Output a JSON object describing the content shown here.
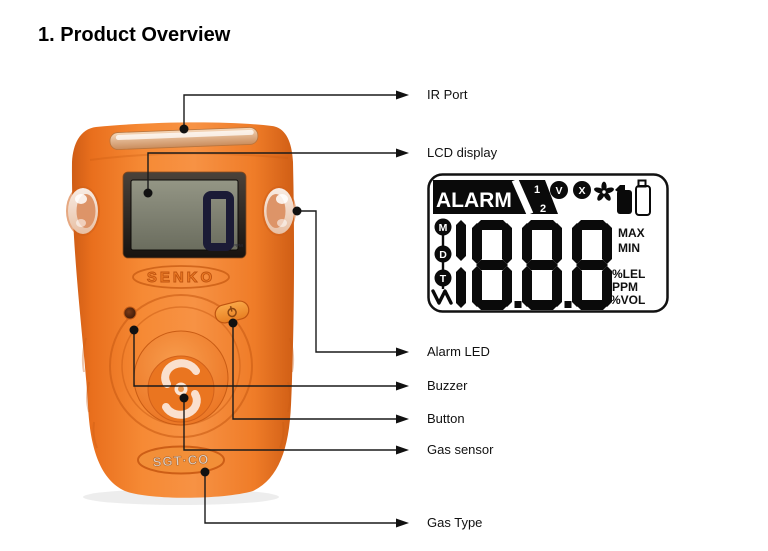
{
  "page": {
    "title": "1. Product Overview",
    "background": "#ffffff"
  },
  "callouts": [
    {
      "id": "ir-port",
      "label": "IR Port"
    },
    {
      "id": "lcd-display",
      "label": "LCD display"
    },
    {
      "id": "alarm-led",
      "label": "Alarm LED"
    },
    {
      "id": "buzzer",
      "label": "Buzzer"
    },
    {
      "id": "button",
      "label": "Button"
    },
    {
      "id": "gas-sensor",
      "label": "Gas sensor"
    },
    {
      "id": "gas-type",
      "label": "Gas Type"
    }
  ],
  "device": {
    "brand": "SENKO",
    "gas_type_label": "SGT·CO",
    "lcd_value": "0",
    "lcd_unit": "PPM",
    "body_color": "#ee7a26",
    "icons": [
      "power-icon",
      "senko-s-logo"
    ]
  },
  "lcd_panel": {
    "alarm_label": "ALARM",
    "alarm_level_1": "1",
    "alarm_level_2": "2",
    "check_indicator": "V",
    "cross_indicator": "X",
    "mode_month": "M",
    "mode_day": "D",
    "mode_time": "T",
    "segment_value": "18.8.8",
    "unit_labels": [
      "MAX",
      "MIN",
      "%LEL",
      "PPM",
      "%VOL"
    ],
    "icons": [
      "fan-icon",
      "gas-cylinder-filled-icon",
      "gas-cylinder-outline-icon",
      "waveform-icon"
    ],
    "border_color": "#111111"
  },
  "colors": {
    "callout_line": "#1a1a1a",
    "lcd_screen": "#83847a",
    "device_accent": "#c95c14"
  }
}
